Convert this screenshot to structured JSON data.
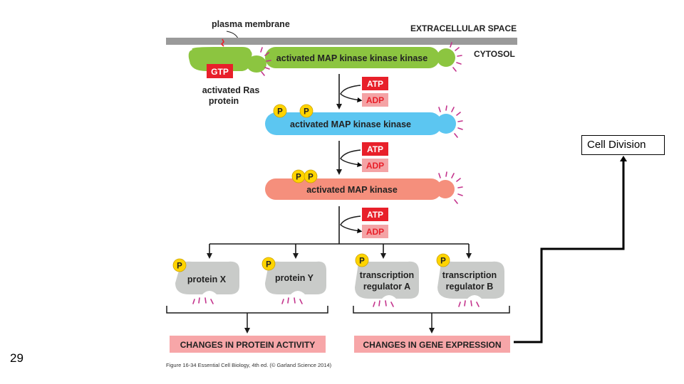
{
  "slide": {
    "page_number": "29",
    "callout_label": "Cell Division"
  },
  "figure": {
    "membrane_label": "plasma membrane",
    "extracellular_label": "EXTRACELLULAR SPACE",
    "cytosol_label": "CYTOSOL",
    "gtp_label": "GTP",
    "ras_label_line1": "activated Ras",
    "ras_label_line2": "protein",
    "mapkkk_label": "activated MAP kinase kinase kinase",
    "mapkk_label": "activated MAP kinase kinase",
    "mapk_label": "activated MAP kinase",
    "atp_label": "ATP",
    "adp_label": "ADP",
    "phosphate_label": "P",
    "protein_x_label": "protein X",
    "protein_y_label": "protein Y",
    "regulator_a_line1": "transcription",
    "regulator_a_line2": "regulator A",
    "regulator_b_line1": "transcription",
    "regulator_b_line2": "regulator B",
    "protein_activity_label": "CHANGES IN PROTEIN ACTIVITY",
    "gene_expression_label": "CHANGES IN GENE EXPRESSION",
    "caption": "Figure 16-34 Essential Cell Biology, 4th ed. (© Garland Science 2014)"
  },
  "colors": {
    "membrane": "#9a9a9a",
    "ras_green": "#8cc540",
    "mapkk_blue": "#5cc6f1",
    "mapk_salmon": "#f58f7c",
    "target_gray": "#c9cbc9",
    "atp_red": "#e8202a",
    "adp_pink": "#f4a3a5",
    "phosphate_yellow": "#ffd400",
    "changes_box": "#f7a6a8",
    "activation_ticks": "#c4348d"
  }
}
